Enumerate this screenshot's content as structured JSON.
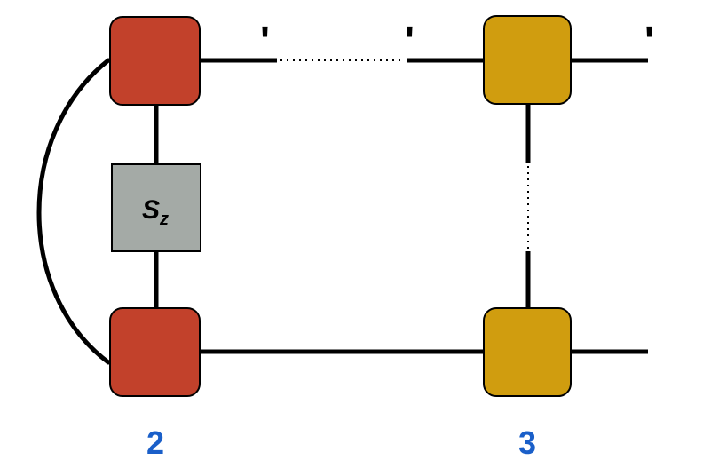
{
  "diagram": {
    "operator": {
      "symbol": "S",
      "subscript": "z",
      "fill": "#a4aaa6"
    },
    "site_labels": [
      "2",
      "3"
    ],
    "prime_mark": "'",
    "colors": {
      "site_2_tensor": "#c2412b",
      "site_3_tensor": "#d09d0f",
      "line": "#000000",
      "site_label": "#1a5fc9"
    }
  }
}
